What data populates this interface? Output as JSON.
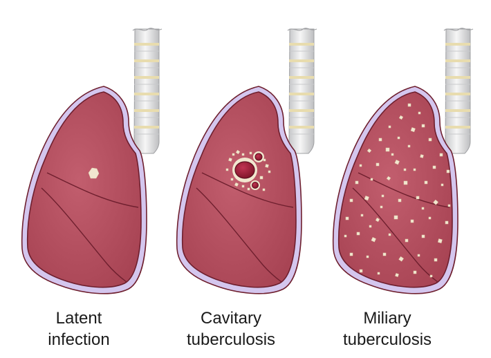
{
  "panels": [
    {
      "line1": "Latent",
      "line2": "infection",
      "stage": "latent"
    },
    {
      "line1": "Cavitary",
      "line2": "tuberculosis",
      "stage": "cavitary"
    },
    {
      "line1": "Miliary",
      "line2": "tuberculosis",
      "stage": "miliary"
    }
  ],
  "colors": {
    "lung": "#b84d5e",
    "lung_outline": "#6e1f2e",
    "pleura": "#d4c6ee",
    "lesion": "#f1e7cf",
    "cavity": "#a02840",
    "trachea_ring": "#d8d6c2",
    "trachea_band": "#e8dcae"
  }
}
